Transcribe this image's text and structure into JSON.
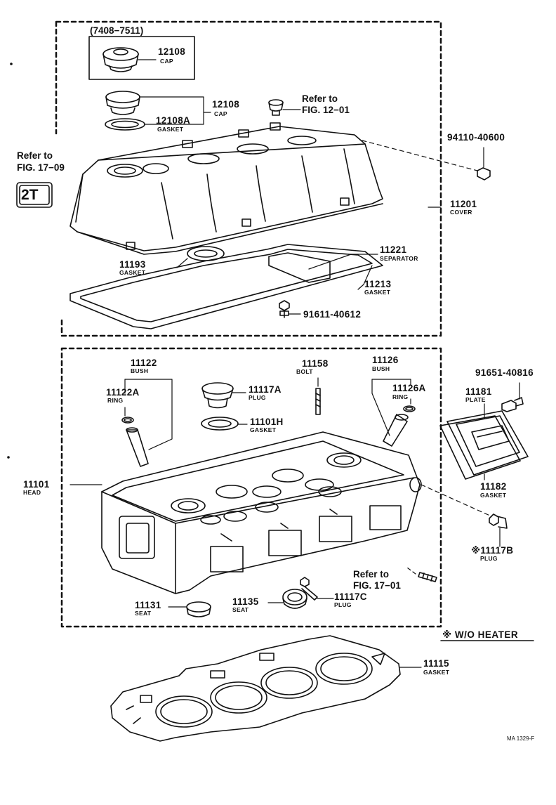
{
  "range_note": "(7408−7511)",
  "parts": [
    {
      "id": "cap_a",
      "number": "12108",
      "name": "CAP"
    },
    {
      "id": "cap_b",
      "number": "12108",
      "name": "CAP"
    },
    {
      "id": "gasket_12108a",
      "number": "12108A",
      "name": "GASKET"
    },
    {
      "id": "refer_12",
      "line1": "Refer to",
      "line2": "FIG. 12−01"
    },
    {
      "id": "refer_17_09",
      "line1": "Refer to",
      "line2": "FIG. 17−09"
    },
    {
      "id": "badge",
      "text": "2T"
    },
    {
      "id": "nut",
      "number": "94110-40600"
    },
    {
      "id": "cover",
      "number": "11201",
      "name": "COVER"
    },
    {
      "id": "gasket_11193",
      "number": "11193",
      "name": "GASKET"
    },
    {
      "id": "separator",
      "number": "11221",
      "name": "SEPARATOR"
    },
    {
      "id": "gasket_11213",
      "number": "11213",
      "name": "GASKET"
    },
    {
      "id": "bolt_91611",
      "number": "91611-40612"
    },
    {
      "id": "bush_11122",
      "number": "11122",
      "name": "BUSH"
    },
    {
      "id": "ring_11122a",
      "number": "11122A",
      "name": "RING"
    },
    {
      "id": "plug_11117a",
      "number": "11117A",
      "name": "PLUG"
    },
    {
      "id": "gasket_11101h",
      "number": "11101H",
      "name": "GASKET"
    },
    {
      "id": "bolt_11158",
      "number": "11158",
      "name": "BOLT"
    },
    {
      "id": "bush_11126",
      "number": "11126",
      "name": "BUSH"
    },
    {
      "id": "ring_11126a",
      "number": "11126A",
      "name": "RING"
    },
    {
      "id": "bolt_91651",
      "number": "91651-40816"
    },
    {
      "id": "plate_11181",
      "number": "11181",
      "name": "PLATE"
    },
    {
      "id": "gasket_11182",
      "number": "11182",
      "name": "GASKET"
    },
    {
      "id": "head_11101",
      "number": "11101",
      "name": "HEAD"
    },
    {
      "id": "plug_11117b",
      "number": "※11117B",
      "name": "PLUG"
    },
    {
      "id": "refer_17_01",
      "line1": "Refer to",
      "line2": "FIG. 17−01"
    },
    {
      "id": "seat_11131",
      "number": "11131",
      "name": "SEAT"
    },
    {
      "id": "seat_11135",
      "number": "11135",
      "name": "SEAT"
    },
    {
      "id": "plug_11117c",
      "number": "11117C",
      "name": "PLUG"
    },
    {
      "id": "gasket_11115",
      "number": "11115",
      "name": "GASKET"
    }
  ],
  "legend_note": "※  W/O HEATER",
  "figure_code": "MA 1329-F",
  "colors": {
    "ink": "#111111",
    "paper": "#ffffff"
  }
}
